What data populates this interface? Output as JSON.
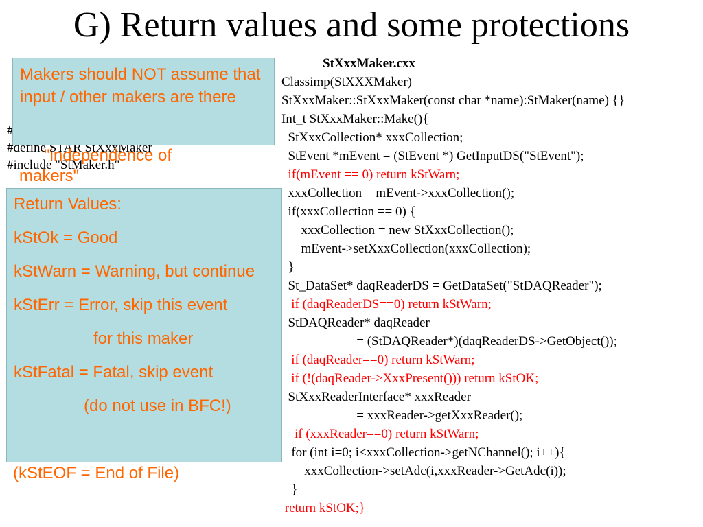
{
  "title": "G) Return values and some protections",
  "left_code": [
    "#",
    "#define STAR  StXxxMaker",
    "#include \"StMaker.h\""
  ],
  "independence": {
    "line1": "\"independence of",
    "line2": "makers\""
  },
  "makers_box": {
    "text": "Makers should NOT assume that  input / other makers are there"
  },
  "return_box": {
    "heading": "Return Values:",
    "ok": "kStOk   =  Good",
    "warn": "kStWarn = Warning, but continue",
    "err": "kStErr = Error, skip this event",
    "err_cont": "for this maker",
    "fatal": "kStFatal = Fatal, skip event",
    "fatal_cont": "(do not use in BFC!)"
  },
  "eof": "(kStEOF = End of File)",
  "code": {
    "filename": "StXxxMaker.cxx",
    "lines": [
      {
        "text": "Classimp(StXXXMaker)",
        "red": false
      },
      {
        "text": "StXxxMaker::StXxxMaker(const char *name):StMaker(name) {}",
        "red": false
      },
      {
        "text": "Int_t StXxxMaker::Make(){",
        "red": false
      },
      {
        "text": "  StXxxCollection* xxxCollection;",
        "red": false
      },
      {
        "text": "  StEvent *mEvent = (StEvent *) GetInputDS(\"StEvent\");",
        "red": false
      },
      {
        "text": "  if(mEvent == 0) return kStWarn;",
        "red": true
      },
      {
        "text": "  xxxCollection = mEvent->xxxCollection();",
        "red": false
      },
      {
        "text": "  if(xxxCollection == 0) {",
        "red": false
      },
      {
        "text": "      xxxCollection = new StXxxCollection();",
        "red": false
      },
      {
        "text": "      mEvent->setXxxCollection(xxxCollection);",
        "red": false
      },
      {
        "text": "  }",
        "red": false
      },
      {
        "text": "  St_DataSet* daqReaderDS = GetDataSet(\"StDAQReader\");",
        "red": false
      },
      {
        "text": "   if (daqReaderDS==0) return kStWarn;",
        "red": true
      },
      {
        "text": "  StDAQReader* daqReader",
        "red": false
      },
      {
        "text": "                       = (StDAQReader*)(daqReaderDS->GetObject());",
        "red": false
      },
      {
        "text": "   if (daqReader==0) return kStWarn;",
        "red": true
      },
      {
        "text": "   if (!(daqReader->XxxPresent())) return kStOK;",
        "red": true
      },
      {
        "text": "  StXxxReaderInterface* xxxReader",
        "red": false
      },
      {
        "text": "                       = xxxReader->getXxxReader();",
        "red": false
      },
      {
        "text": "    if (xxxReader==0) return kStWarn;",
        "red": true
      },
      {
        "text": "   for (int i=0; i<xxxCollection->getNChannel(); i++){",
        "red": false
      },
      {
        "text": "       xxxCollection->setAdc(i,xxxReader->GetAdc(i));",
        "red": false
      },
      {
        "text": "   }",
        "red": false
      },
      {
        "text": " return kStOK;}",
        "red": true
      }
    ]
  }
}
